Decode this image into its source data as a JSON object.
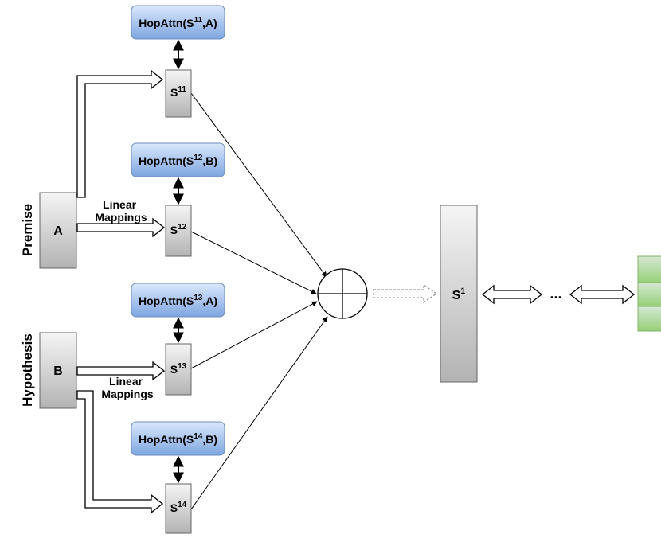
{
  "labels": {
    "premise": "Premise",
    "hypothesis": "Hypothesis",
    "node_a": "A",
    "node_b": "B",
    "linear_mappings_line1": "Linear",
    "linear_mappings_line2": "Mappings",
    "ellipsis": "...",
    "s_letter": "S"
  },
  "hop_attn": [
    {
      "prefix": "HopAttn(S",
      "sup": "11",
      "suffix": ",A)"
    },
    {
      "prefix": "HopAttn(S",
      "sup": "12",
      "suffix": ",B)"
    },
    {
      "prefix": "HopAttn(S",
      "sup": "13",
      "suffix": ",A)"
    },
    {
      "prefix": "HopAttn(S",
      "sup": "14",
      "suffix": ",B)"
    }
  ],
  "s_nodes": [
    {
      "base": "S",
      "sup": "11"
    },
    {
      "base": "S",
      "sup": "12"
    },
    {
      "base": "S",
      "sup": "13"
    },
    {
      "base": "S",
      "sup": "14"
    }
  ],
  "s1": {
    "base": "S",
    "sup": "1"
  },
  "colors": {
    "hop_top": "#dae8fc",
    "hop_bottom": "#7ea6e0",
    "hop_border": "#6c8ebf",
    "gray_top": "#f5f5f5",
    "gray_bottom": "#b3b3b3",
    "gray_border": "#666666",
    "green_top": "#d5e8d4",
    "green_bottom": "#97d077",
    "green_border": "#82b366"
  }
}
